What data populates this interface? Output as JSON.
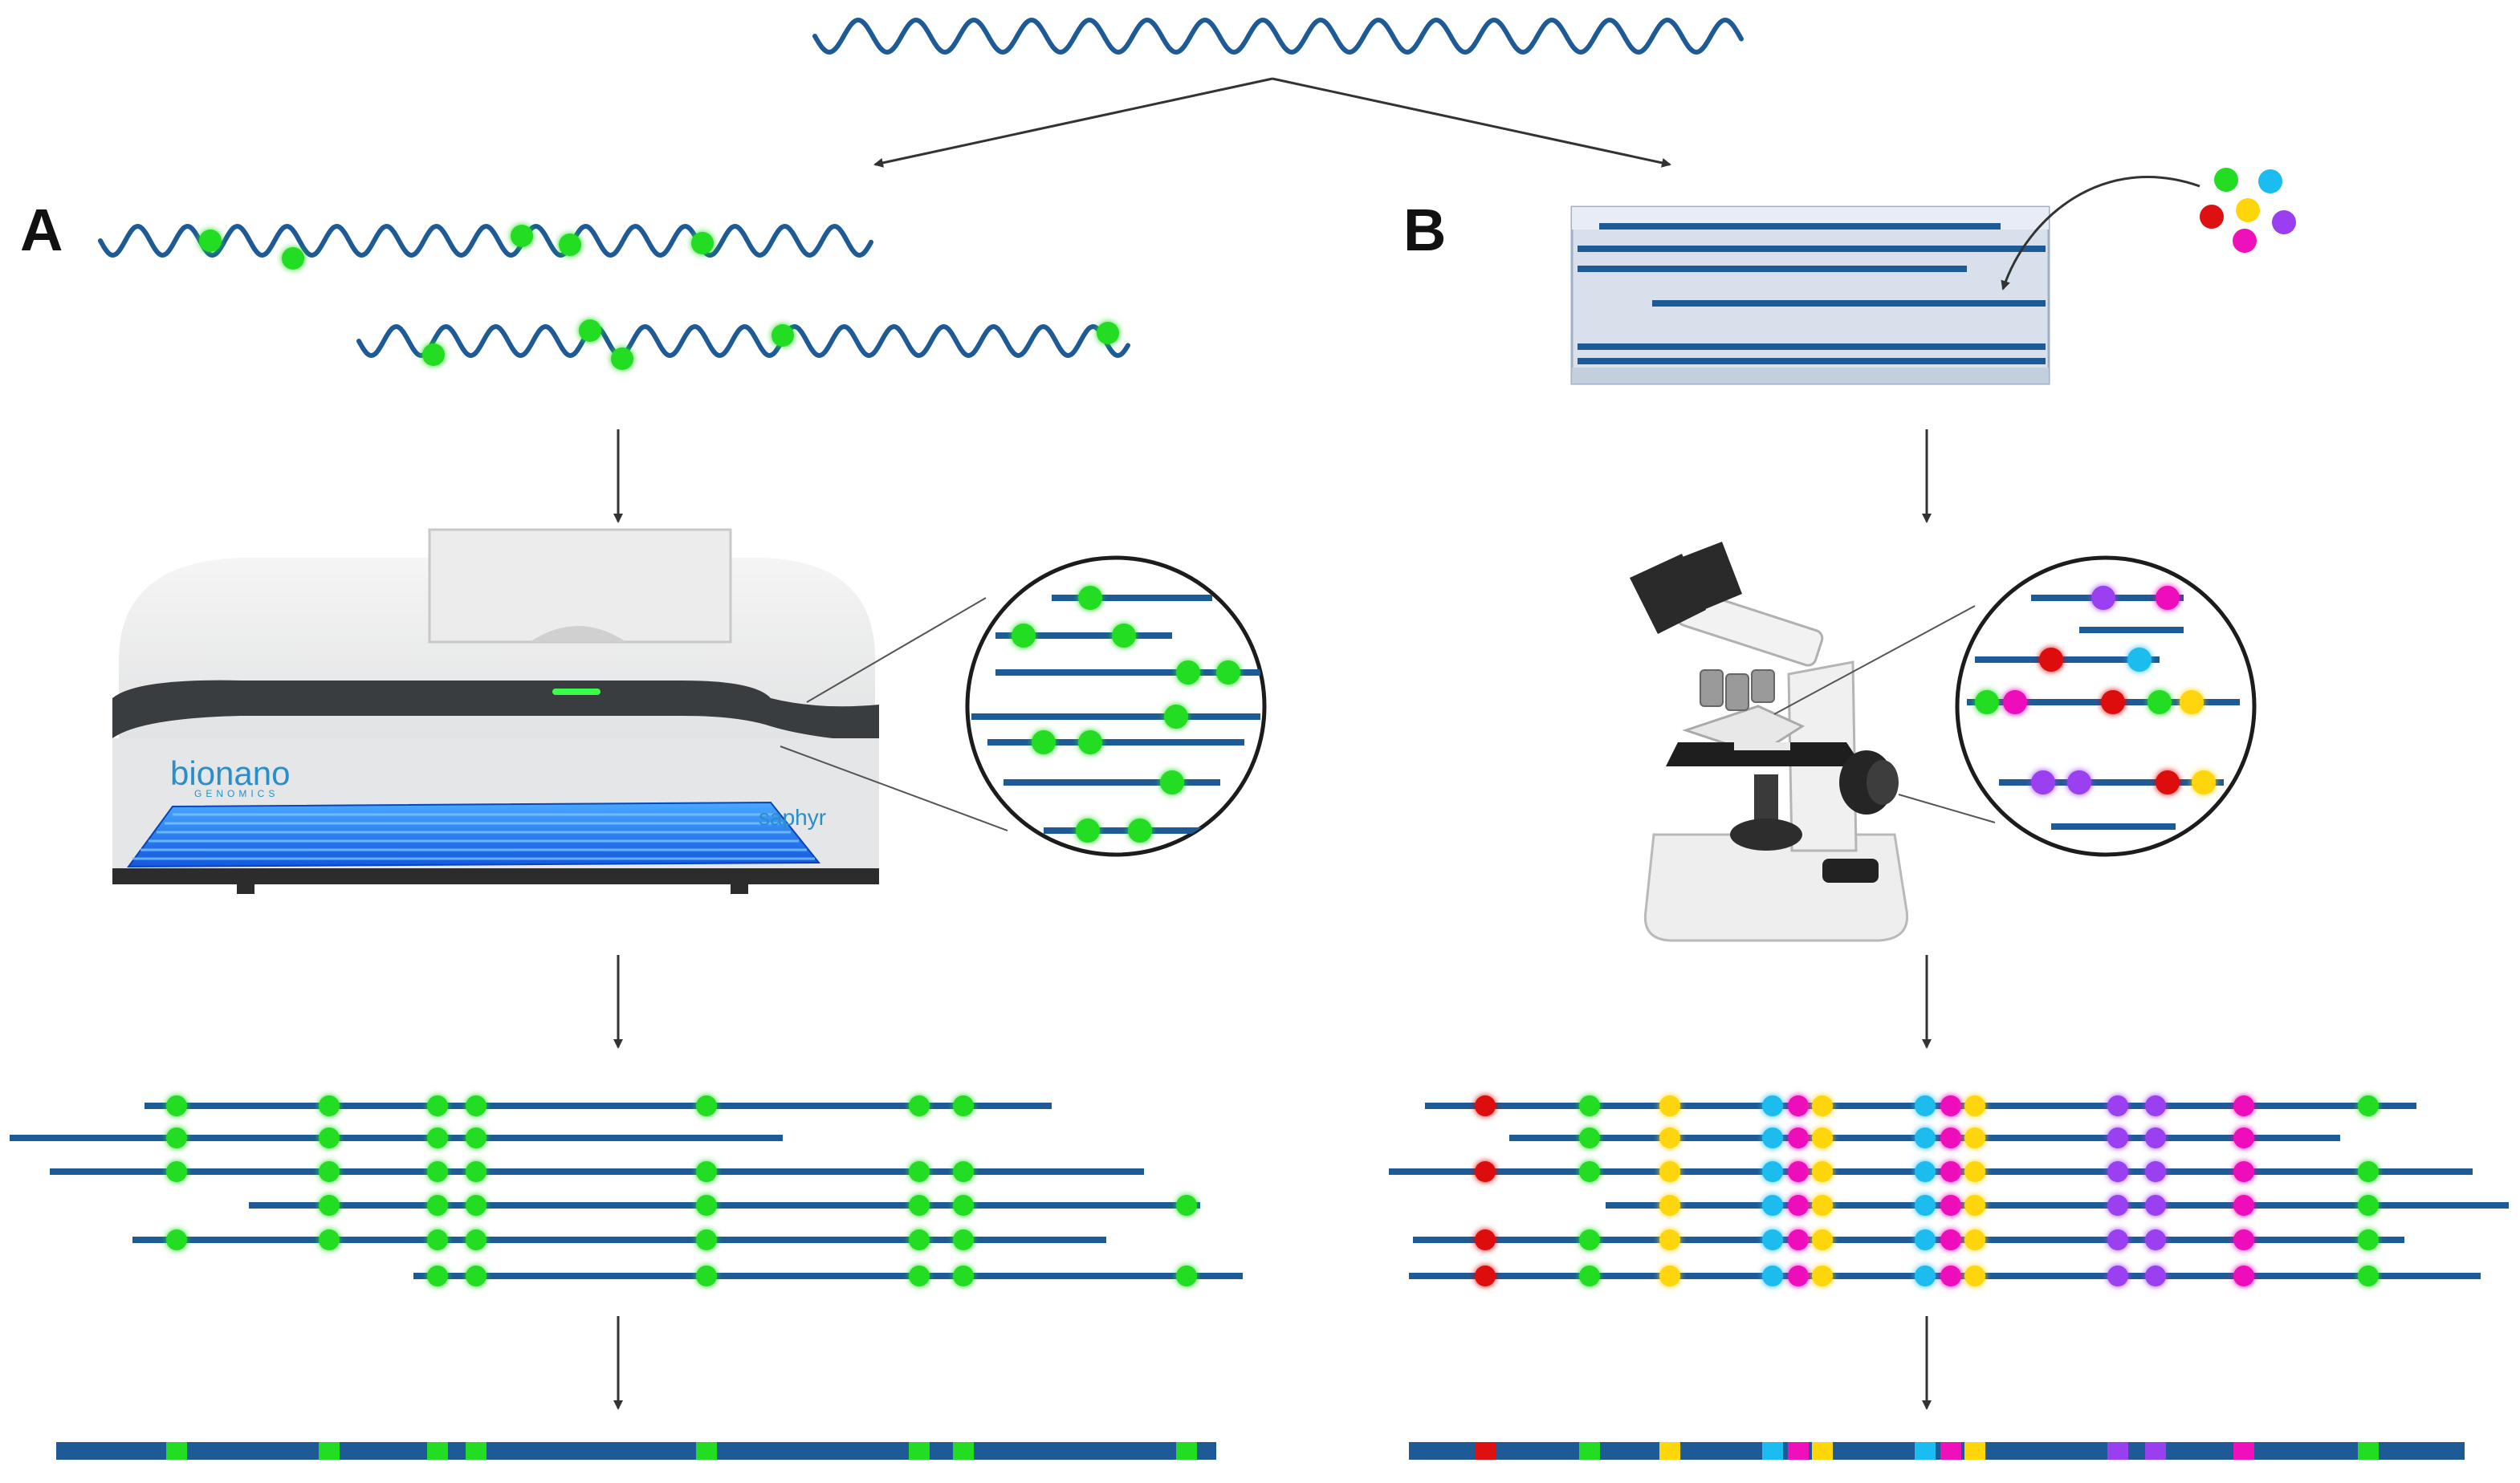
{
  "panels": {
    "left": "A",
    "right": "B"
  },
  "instrument": {
    "brand": "bionano",
    "brand_sub": "GENOMICS",
    "model": "saphyr"
  },
  "colors": {
    "dna": "#1d5a96",
    "label_green": "#22dd22",
    "label_red": "#dd1111",
    "label_yellow": "#ffd60a",
    "label_cyan": "#1bbcef",
    "label_magenta": "#ee11bb",
    "label_purple": "#9a3ff0",
    "arrow": "#333333"
  },
  "icons": [
    "dna-strand-icon",
    "optical-mapping-instrument-icon",
    "microscope-icon",
    "flow-cell-icon",
    "fluorophore-dots-icon",
    "magnifier-circle-icon"
  ]
}
